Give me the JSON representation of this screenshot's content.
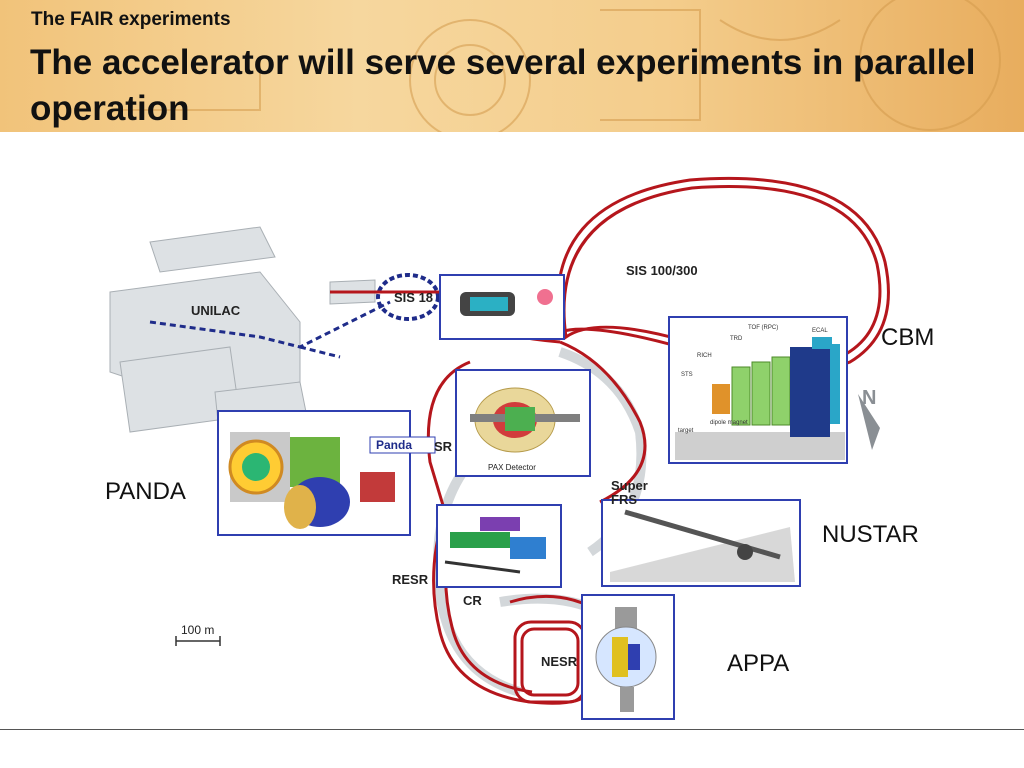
{
  "slide": {
    "kicker": "The FAIR experiments",
    "title": "The accelerator will serve several experiments in parallel operation"
  },
  "map_labels": {
    "unilac": "UNILAC",
    "sis18": "SIS 18",
    "sis100": "SIS 100/300",
    "sr": "SR",
    "super_frs": "Super FRS",
    "resr": "RESR",
    "cr": "CR",
    "nesr": "NESR",
    "scale": "100 m",
    "north": "N"
  },
  "experiments": {
    "cbm": "CBM",
    "panda": "PANDA",
    "nustar": "NUSTAR",
    "appa": "APPA"
  },
  "insets": {
    "pax_caption": "PAX Detector",
    "panda_logo": "Panda",
    "cbm_parts": [
      "TOF (RPC)",
      "ECAL",
      "TRD",
      "RICH",
      "STS",
      "target",
      "dipole magnet"
    ]
  },
  "colors": {
    "ring": "#b5161c",
    "frame": "#2f3fb0",
    "building": "#d9dde0"
  }
}
